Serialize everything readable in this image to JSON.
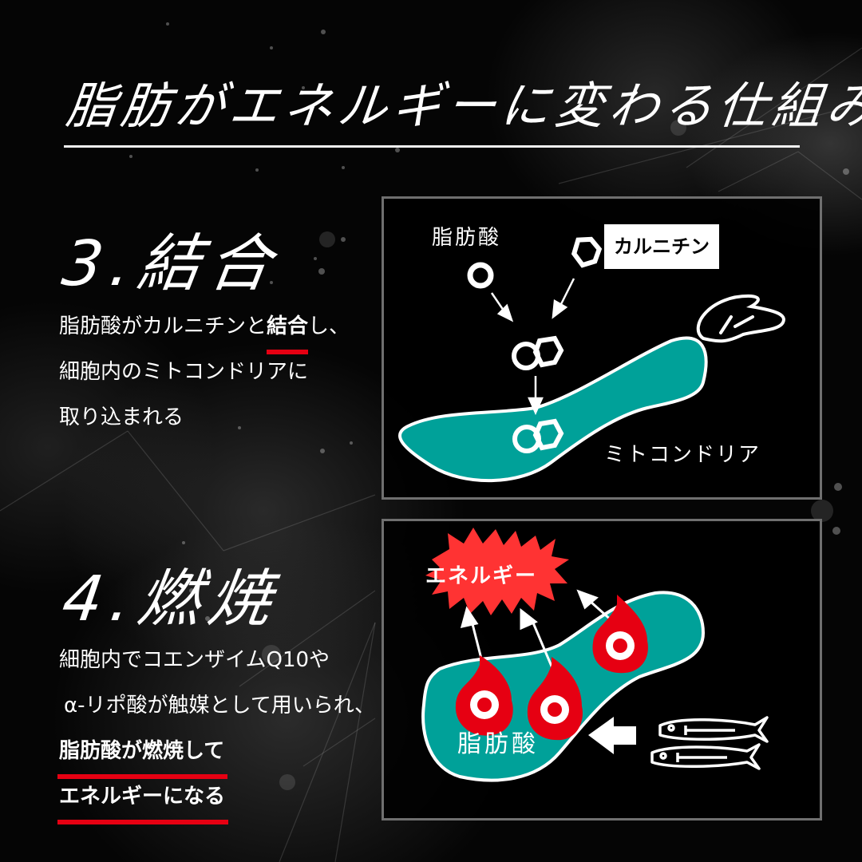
{
  "title": "脂肪がエネルギーに変わる仕組み",
  "colors": {
    "background": "#050505",
    "teal": "#00a199",
    "red_flame": "#e60012",
    "red_burst": "#ff3333",
    "underline": "#e60012",
    "panel_border": "#6f6f6f",
    "text": "#ffffff"
  },
  "step3": {
    "heading": "3.結合",
    "desc": {
      "line1_pre": "脂肪酸がカルニチンと",
      "line1_emph": "結合",
      "line1_post": "し、",
      "line2": "細胞内のミトコンドリアに",
      "line3": "取り込まれる"
    },
    "diagram": {
      "fatty_acid_label": "脂肪酸",
      "carnitine_label": "カルニチン",
      "mitochondria_label": "ミトコンドリア",
      "icons": [
        "fatty-acid-ring-icon",
        "carnitine-hexagon-icon",
        "bound-molecule-icon",
        "mitochondria-icon",
        "liver-icon"
      ]
    }
  },
  "step4": {
    "heading": "4.燃焼",
    "desc": {
      "line1": "細胞内でコエンザイムQ10や",
      "line2": "α-リポ酸が触媒として用いられ、",
      "line3": "脂肪酸が燃焼して",
      "line4": "エネルギーになる"
    },
    "diagram": {
      "energy_label": "エネルギー",
      "fatty_acid_label": "脂肪酸",
      "icons": [
        "energy-burst-icon",
        "flame-icon",
        "arrow-left-icon",
        "fish-icon"
      ]
    }
  }
}
